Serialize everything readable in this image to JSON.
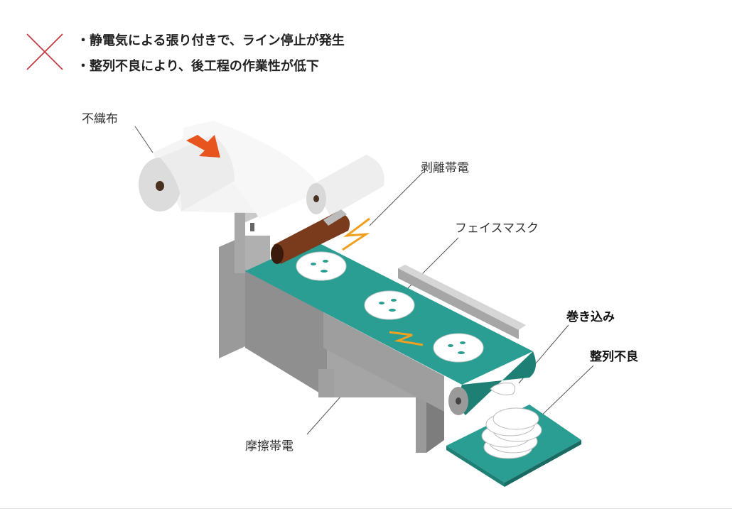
{
  "bullets": [
    "・静電気による張り付きで、ライン停止が発生",
    "・整列不良により、後工程の作業性が低下"
  ],
  "labels": {
    "nonwoven": "不織布",
    "peel_charge": "剥離帯電",
    "face_mask": "フェイスマスク",
    "roll_in": "巻き込み",
    "misalign": "整列不良",
    "friction_charge": "摩擦帯電"
  },
  "colors": {
    "belt": "#2a9e92",
    "machine_top": "#d2d2d2",
    "machine_side": "#8e8e8e",
    "arrow": "#e8541e",
    "spark": "#f0a020",
    "cross": "#c8323c",
    "roller": "#7a3a1c"
  }
}
